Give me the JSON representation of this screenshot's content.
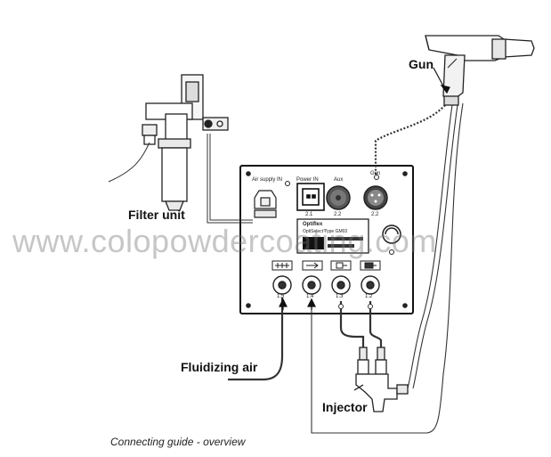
{
  "labels": {
    "gun": "Gun",
    "filter_unit": "Filter unit",
    "fluidizing_air": "Fluidizing air",
    "injector": "Injector"
  },
  "panel": {
    "air_supply_in": "Air supply IN",
    "power_in": "Power IN",
    "aux": "Aux",
    "gun": "Gun",
    "port_2_1": "2.1",
    "port_2_2_aux": "2.2",
    "port_2_2_gun": "2.2",
    "port_1_5": "1.5",
    "port_1_4": "1.4",
    "port_1_3": "1.3",
    "port_1_2": "1.2",
    "display_line1": "Optiflex",
    "display_line2": "OptiSelect Type GM03"
  },
  "caption": "Connecting guide - overview",
  "watermark": "www.colopowdercoating.com"
}
